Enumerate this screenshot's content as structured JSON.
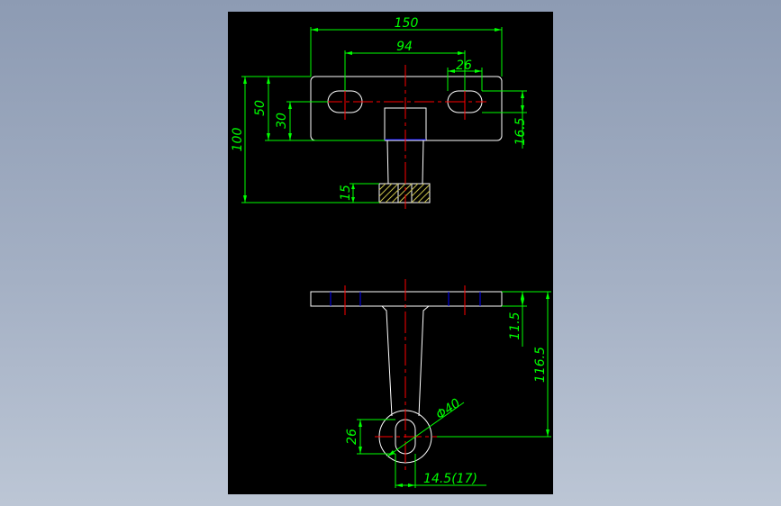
{
  "colors": {
    "background": "#9aa7bd",
    "sheet": "#000000",
    "outline": "#ffffff",
    "dimension": "#00ff00",
    "centerline": "#ff0000",
    "hidden": "#0000ff"
  },
  "top_view": {
    "dims": {
      "overall_width": "150",
      "slot_spacing": "94",
      "slot_length": "26",
      "plate_height": "50",
      "slot_height": "30",
      "overall_height": "100",
      "stem_offset": "16.5",
      "foot_height": "15"
    }
  },
  "front_view": {
    "dims": {
      "flange_thickness": "11.5",
      "overall_height": "116.5",
      "boss_diameter": "Φ40",
      "slot_size": "26",
      "slot_offset": "14.5(17)"
    }
  }
}
